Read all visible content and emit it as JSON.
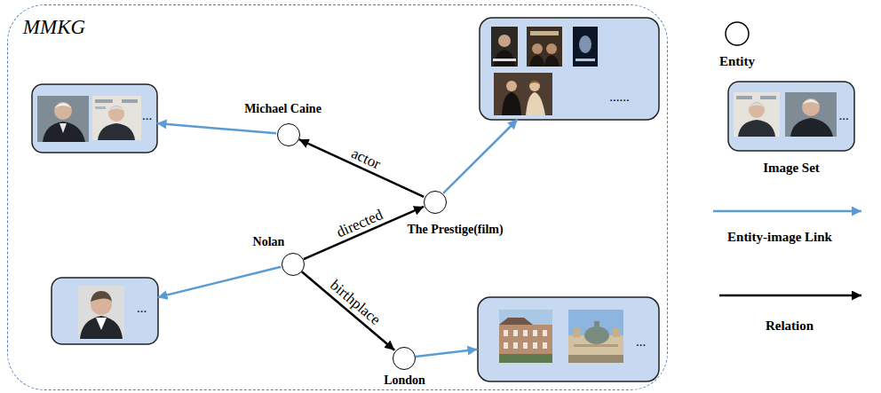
{
  "diagram": {
    "nodes": [
      {
        "text": [
          "MMKG"
        ]
      },
      {
        "text": [
          "..."
        ],
        "in": 0
      },
      {
        "text": [
          "Michael Caine"
        ],
        "in": 0
      },
      {
        "text": [
          "......"
        ],
        "in": 0
      },
      {
        "text": [
          "The Prestige(film)"
        ],
        "in": 0
      },
      {
        "text": [
          "Nolan"
        ],
        "in": 0
      },
      {
        "text": [
          "..."
        ],
        "in": 0
      },
      {
        "text": [
          "London"
        ],
        "in": 0
      },
      {
        "text": [
          "..."
        ],
        "in": 0
      }
    ],
    "edges": [
      {
        "from": 4,
        "to": 2,
        "arrow": "to",
        "label": "actor"
      },
      {
        "from": 5,
        "to": 4,
        "arrow": "to",
        "label": "directed"
      },
      {
        "from": 5,
        "to": 7,
        "arrow": "to",
        "label": "birthplace"
      },
      {
        "from": 2,
        "to": 1,
        "arrow": "to"
      },
      {
        "from": 4,
        "to": 3,
        "arrow": "to"
      },
      {
        "from": 5,
        "to": 6,
        "arrow": "to"
      },
      {
        "from": 7,
        "to": 8,
        "arrow": "to"
      }
    ],
    "labels": [
      "..."
    ],
    "legend": [
      {
        "text": "Entity"
      },
      {
        "text": "Image Set"
      },
      {
        "text": "Entity-image Link"
      },
      {
        "text": "Relation"
      }
    ]
  }
}
